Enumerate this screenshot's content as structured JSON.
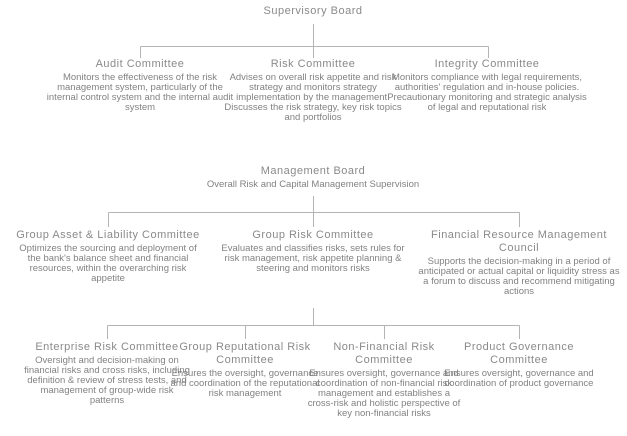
{
  "colors": {
    "background": "#ffffff",
    "text": "#858585",
    "connector_line": "#b4b4b4"
  },
  "nodes": {
    "supervisory_board": {
      "title": "Supervisory Board"
    },
    "audit_committee": {
      "title": "Audit Committee",
      "desc": "Monitors the effectiveness of the risk management system, particularly of the internal control system and the internal audit system"
    },
    "risk_committee": {
      "title": "Risk Committee",
      "desc": "Advises on overall risk appetite and risk strategy and monitors strategy implementation by the management. Discusses the risk strategy, key risk topics and portfolios"
    },
    "integrity_committee": {
      "title": "Integrity Committee",
      "desc": "Monitors compliance with legal requirements, authorities' regulation and in-house policies. Precautionary monitoring and strategic analysis of legal and reputational risk"
    },
    "management_board": {
      "title": "Management Board",
      "desc": "Overall Risk and Capital Management Supervision"
    },
    "group_asset_liability_committee": {
      "title": "Group Asset & Liability Committee",
      "desc": "Optimizes the sourcing and deployment of the bank's balance sheet and financial resources, within the overarching risk appetite"
    },
    "group_risk_committee": {
      "title": "Group Risk Committee",
      "desc": "Evaluates and classifies risks, sets rules for risk management, risk appetite planning & steering and monitors risks"
    },
    "financial_resource_management_council": {
      "title": "Financial Resource Management Council",
      "desc": "Supports the decision-making in a period of anticipated or actual capital or liquidity stress as a forum to discuss and recommend mitigating actions"
    },
    "enterprise_risk_committee": {
      "title": "Enterprise Risk Committee",
      "desc": "Oversight and decision-making on financial risks and cross risks, including definition & review of stress tests, and management of group-wide risk patterns"
    },
    "group_reputational_risk_committee": {
      "title": "Group Reputational Risk Committee",
      "desc": "Ensures the oversight, governance and coordination of the reputational risk management"
    },
    "non_financial_risk_committee": {
      "title": "Non-Financial Risk Committee",
      "desc": "Ensures oversight, governance and coordination of non-financial risk management and establishes a cross-risk and holistic perspective of key non-financial risks"
    },
    "product_governance_committee": {
      "title": "Product Governance Committee",
      "desc": "Ensures oversight, governance and coordination of product governance"
    }
  }
}
